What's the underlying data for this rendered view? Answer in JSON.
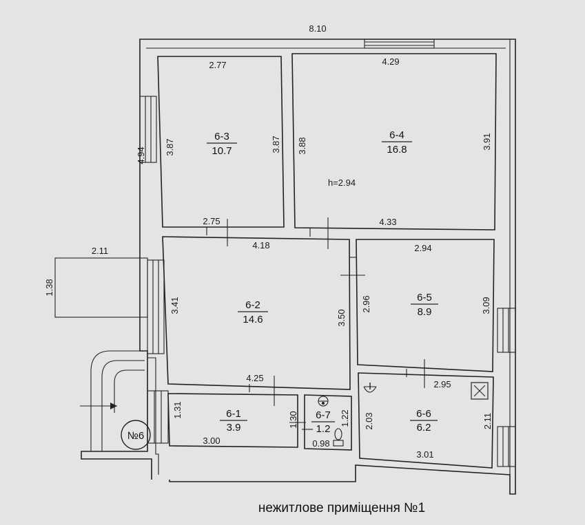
{
  "plan": {
    "title": "нежитлове приміщення №1",
    "ceiling_height": "h=2.94",
    "entrance_label": "№6",
    "outer": {
      "top": "8.10",
      "left": "4.94"
    },
    "porch": {
      "width": "2.11",
      "depth": "1.38"
    },
    "rooms": [
      {
        "id": "6-3",
        "area": "10.7",
        "dims": {
          "top": "2.77",
          "left": "3.87",
          "right": "3.87",
          "bottom": "2.75"
        }
      },
      {
        "id": "6-4",
        "area": "16.8",
        "dims": {
          "top": "4.29",
          "left": "3.88",
          "right": "3.91",
          "bottom": "4.33"
        }
      },
      {
        "id": "6-2",
        "area": "14.6",
        "dims": {
          "top": "4.18",
          "left": "3.41",
          "right": "3.50",
          "bottom": "4.25"
        }
      },
      {
        "id": "6-5",
        "area": "8.9",
        "dims": {
          "top": "2.94",
          "left": "2.96",
          "right": "3.09",
          "bottom": "2.95"
        }
      },
      {
        "id": "6-1",
        "area": "3.9",
        "dims": {
          "left": "1.31",
          "right": "1.30",
          "bottom": "3.00"
        }
      },
      {
        "id": "6-7",
        "area": "1.2",
        "dims": {
          "right": "1.22",
          "bottom": "0.98"
        }
      },
      {
        "id": "6-6",
        "area": "6.2",
        "dims": {
          "left": "2.03",
          "right": "2.11",
          "bottom": "3.01"
        }
      }
    ]
  }
}
